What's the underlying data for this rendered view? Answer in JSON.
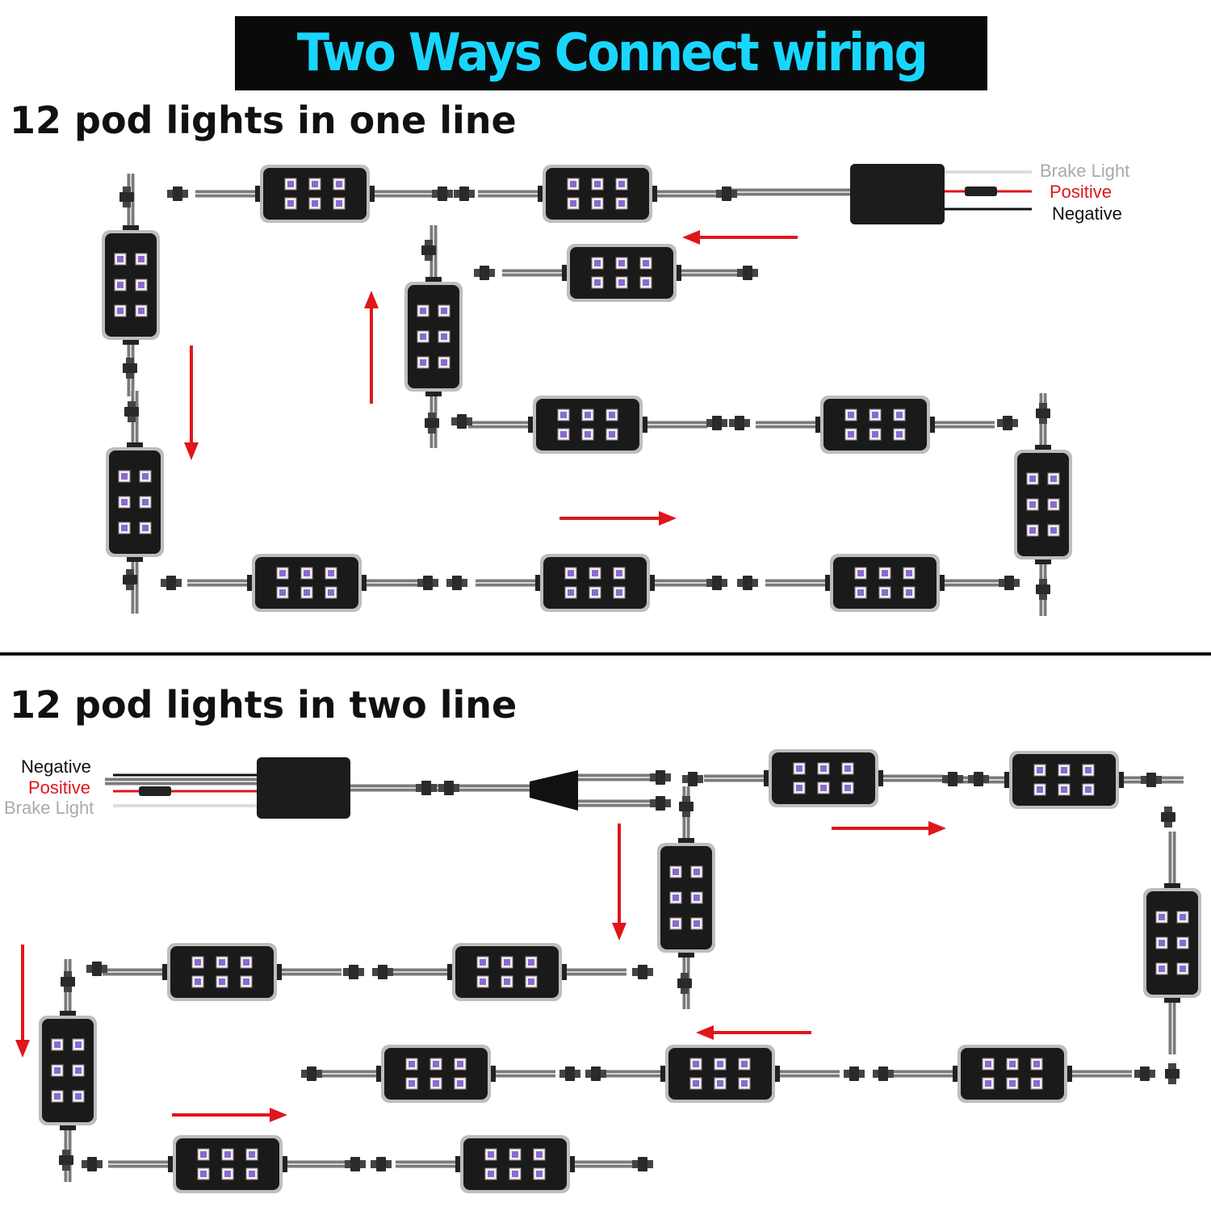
{
  "banner": {
    "title": "Two Ways Connect wiring"
  },
  "sections": [
    {
      "heading": "12 pod lights in one line",
      "wire_labels": {
        "brake": "Brake Light",
        "positive": "Positive",
        "negative": "Negative"
      }
    },
    {
      "heading": "12 pod lights in two line",
      "wire_labels": {
        "negative": "Negative",
        "positive": "Positive",
        "brake": "Brake Light"
      }
    }
  ],
  "colors": {
    "banner_bg": "#0a0a0a",
    "banner_text": "#19d6ff",
    "arrow": "#e0161b",
    "positive_label": "#e0161b",
    "brake_label": "#aaaaaa",
    "negative_label": "#111111",
    "pod_body": "#1a1a1a",
    "led_chip": "#f1f1f1"
  },
  "icons": {
    "pod": "rgb-pod-light-icon",
    "controller": "controller-box-icon",
    "splitter": "y-splitter-icon",
    "connector": "plug-connector-icon",
    "arrow": "flow-arrow-icon"
  }
}
